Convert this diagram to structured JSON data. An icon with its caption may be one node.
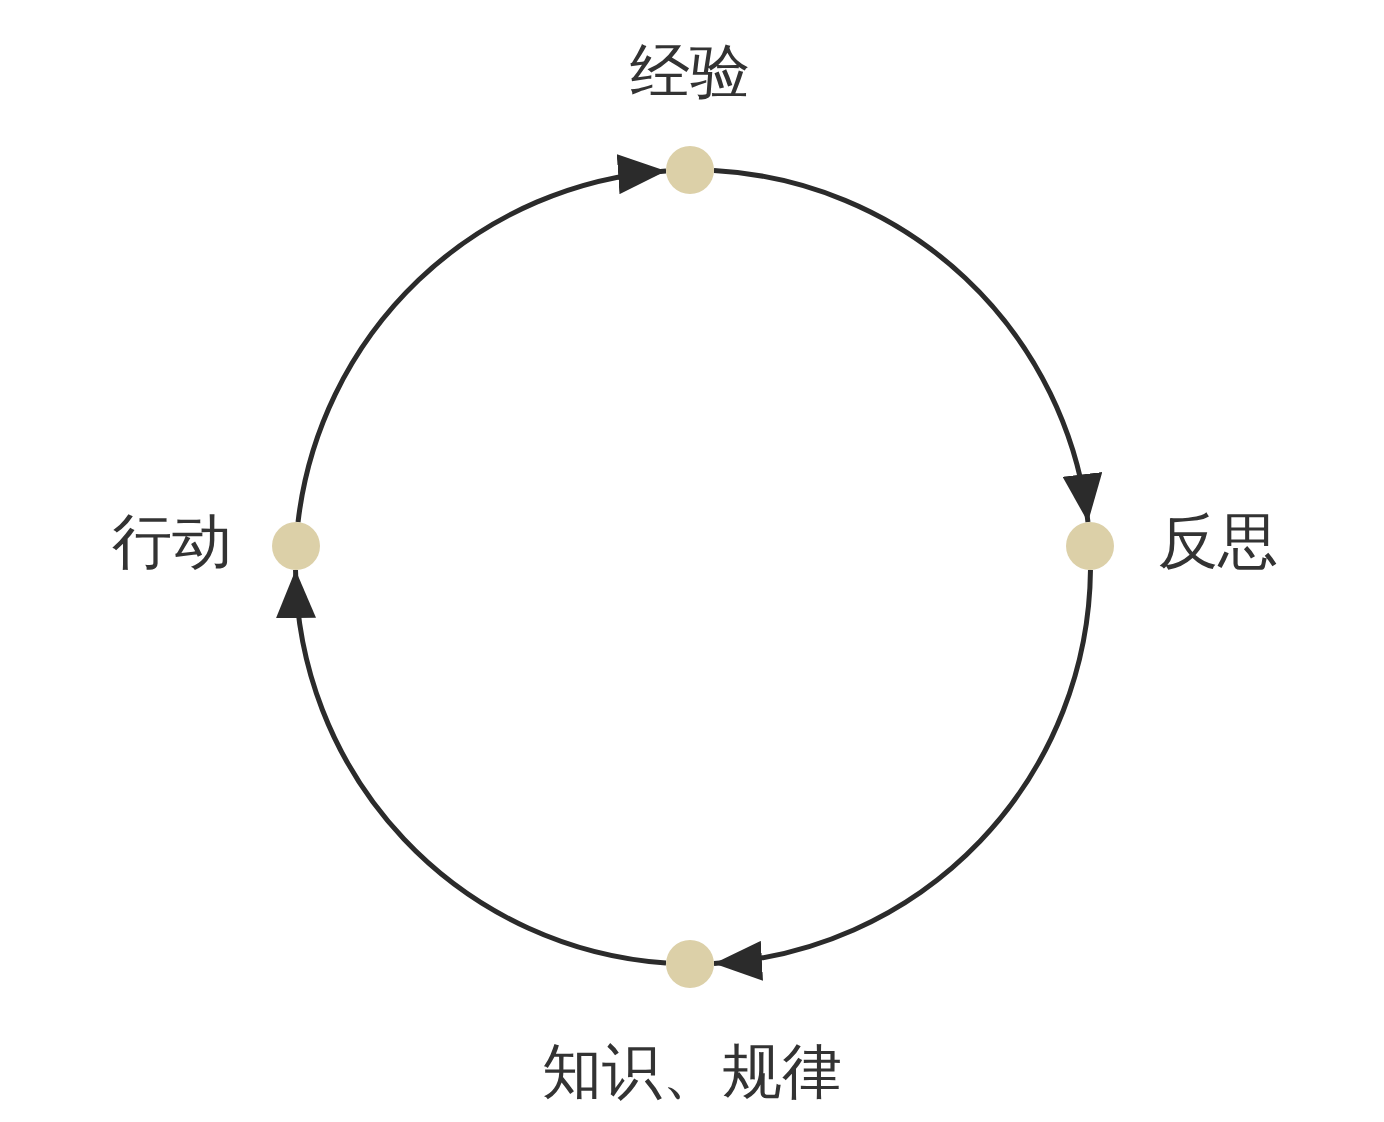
{
  "diagram": {
    "nodes": [
      {
        "text": [],
        "shape": "circle",
        "beside": [
          "经验"
        ]
      },
      {
        "text": [],
        "shape": "circle",
        "beside": [
          "反思"
        ]
      },
      {
        "text": [],
        "shape": "circle",
        "beside": [
          "知识、规律"
        ]
      },
      {
        "text": [],
        "shape": "circle",
        "beside": [
          "行动"
        ]
      }
    ],
    "edges": [
      {
        "from": 0,
        "to": 1,
        "arrow": "to"
      },
      {
        "from": 1,
        "to": 2,
        "arrow": "to"
      },
      {
        "from": 2,
        "to": 3,
        "arrow": "to"
      },
      {
        "from": 3,
        "to": 0,
        "arrow": "to"
      }
    ]
  }
}
